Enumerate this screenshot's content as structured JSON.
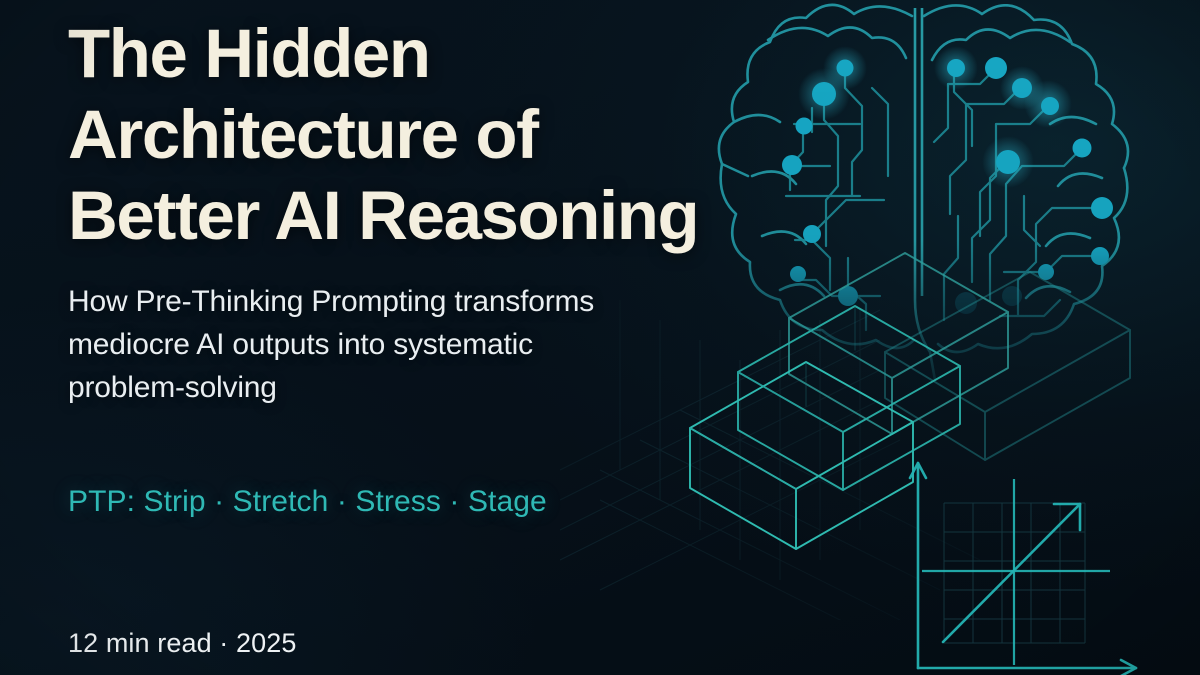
{
  "theme": {
    "background": "#061019",
    "title_color": "#f4efdf",
    "subtitle_color": "#e9eef1",
    "accent_color": "#2fb9b5",
    "node_color": "#17a9c6",
    "trace_color": "#1f8f9c",
    "wire_color": "#1d7f86",
    "grid_color": "#123b46"
  },
  "hero": {
    "title": "The Hidden\nArchitecture of\nBetter AI Reasoning",
    "title_lines": [
      "The Hidden",
      "Architecture of",
      "Better AI Reasoning"
    ],
    "subtitle": "How Pre-Thinking Prompting transforms\nmediocre AI outputs into systematic\nproblem-solving",
    "subtitle_lines": [
      "How Pre-Thinking Prompting transforms",
      "mediocre AI outputs into systematic",
      "problem-solving"
    ],
    "tagline": "PTP: Strip · Stretch · Stress · Stage",
    "tagline_parts": {
      "label": "PTP:",
      "steps": [
        "Strip",
        "Stretch",
        "Stress",
        "Stage"
      ],
      "separator": "·"
    },
    "meta": "12 min read · 2025",
    "meta_parts": {
      "read_time": "12 min read",
      "separator": "·",
      "year": "2025"
    }
  },
  "artwork": {
    "brain": {
      "name": "circuit-brain-illustration",
      "description": "Outlined brain made of PCB circuit traces with glowing node dots",
      "node_count": 16
    },
    "stairs": {
      "name": "isometric-stairs-illustration",
      "description": "Three stacked isometric wireframe blocks forming ascending steps",
      "step_count": 3
    },
    "graph": {
      "name": "growth-graph-illustration",
      "description": "Coordinate axes with faint grid and an upward diagonal arrow",
      "trend": "upward"
    },
    "ground_grid": {
      "name": "isometric-ground-grid",
      "description": "Faint isometric floor grid beneath the stairs"
    }
  }
}
